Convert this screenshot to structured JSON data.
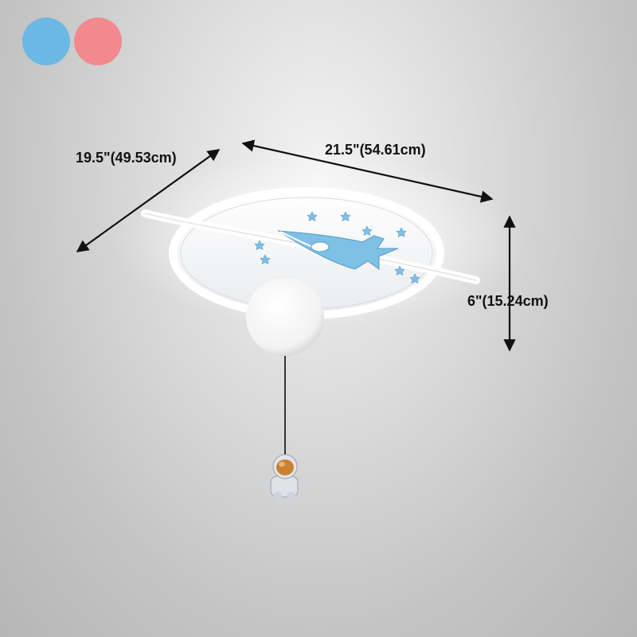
{
  "color_options": [
    {
      "name": "blue",
      "color": "#6bb8e4"
    },
    {
      "name": "pink",
      "color": "#f2898f"
    }
  ],
  "dimensions": {
    "width": "21.5\"(54.61cm)",
    "depth": "19.5\"(49.53cm)",
    "height": "6\"(15.24cm)"
  },
  "colors": {
    "lamp_body": "#f7f8fa",
    "rocket": "#7ec0e6",
    "stars": "#7ec0e6",
    "astronaut_helmet": "#c9822f",
    "arrows": "#111111"
  }
}
